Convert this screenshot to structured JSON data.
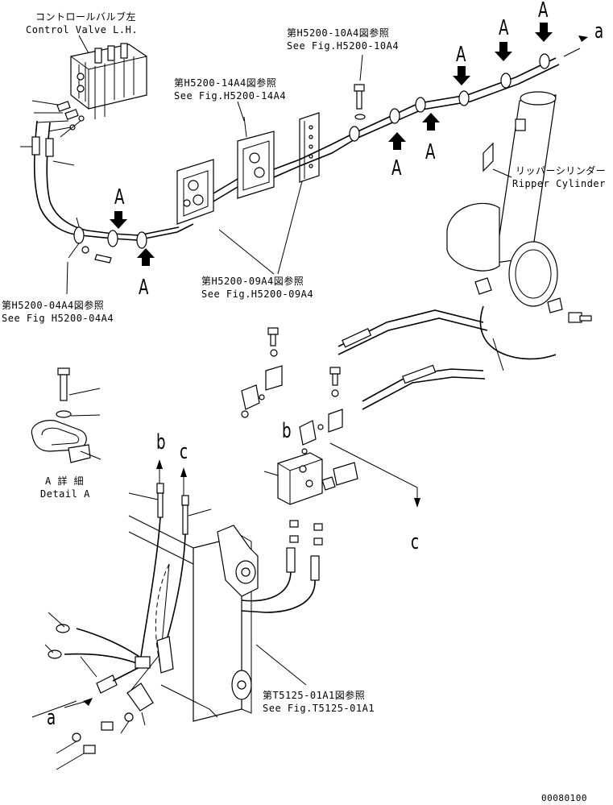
{
  "labels": {
    "control_valve_jp": "コントロールバルブ左",
    "control_valve_en": "Control Valve L.H.",
    "ref_10a4_jp": "第H5200-10A4図参照",
    "ref_10a4_en": "See Fig.H5200-10A4",
    "ref_14a4_jp": "第H5200-14A4図参照",
    "ref_14a4_en": "See Fig.H5200-14A4",
    "ref_09a4_jp": "第H5200-09A4図参照",
    "ref_09a4_en": "See Fig.H5200-09A4",
    "ref_04a4_jp": "第H5200-04A4図参照",
    "ref_04a4_en": "See Fig H5200-04A4",
    "ripper_jp": "リッパーシリンダー",
    "ripper_en": "Ripper Cylinder",
    "detail_jp": "A 詳 細",
    "detail_en": "Detail A",
    "ref_t5125_jp": "第T5125-01A1図参照",
    "ref_t5125_en": "See Fig.T5125-01A1",
    "drawing_number": "00080100"
  },
  "markers": {
    "A": "A",
    "a": "a",
    "b": "b",
    "c": "c"
  }
}
